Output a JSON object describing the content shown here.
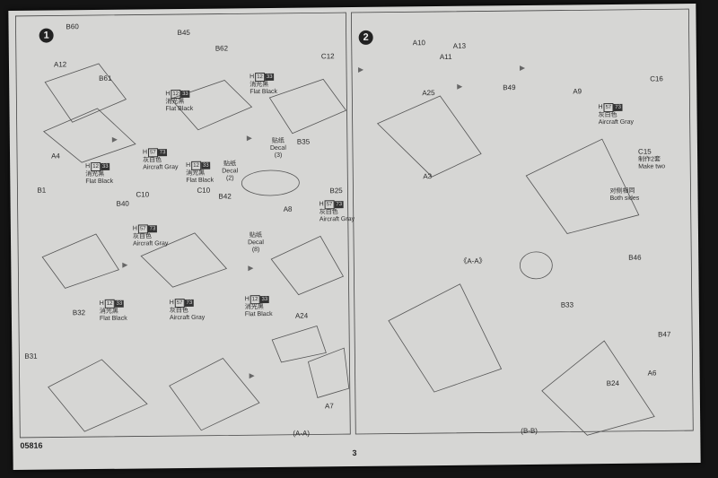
{
  "page": {
    "number": "3",
    "code": "05816"
  },
  "steps": [
    {
      "num": "1"
    },
    {
      "num": "2"
    }
  ],
  "parts": {
    "b60": "B60",
    "b45": "B45",
    "b61": "B61",
    "b62": "B62",
    "c12": "C12",
    "a12": "A12",
    "a4": "A4",
    "b35": "B35",
    "b25": "B25",
    "b1": "B1",
    "b40": "B40",
    "c10a": "C10",
    "c10b": "C10",
    "b42": "B42",
    "a8": "A8",
    "b32": "B32",
    "b31": "B31",
    "a24": "A24",
    "a7": "A7",
    "a10": "A10",
    "a11": "A11",
    "a13": "A13",
    "b49": "B49",
    "a9": "A9",
    "a25": "A25",
    "a3": "A3",
    "c16": "C16",
    "c15": "C15",
    "b46": "B46",
    "b33": "B33",
    "b47": "B47",
    "b24": "B24",
    "a6": "A6"
  },
  "paint": {
    "h12_code": "H",
    "h12_num": "12",
    "h12_num2": "33",
    "h12_cn": "消光黑",
    "h12_en": "Flat Black",
    "h57_code": "H",
    "h57_num": "57",
    "h57_num2": "73",
    "h57_cn": "灰白色",
    "h57_en": "Aircraft Gray"
  },
  "decals": {
    "d3_cn": "贴纸",
    "d3_en": "Decal",
    "d3_n": "(3)",
    "d2_cn": "贴纸",
    "d2_en": "Decal",
    "d2_n": "(2)",
    "d8_cn": "贴纸",
    "d8_en": "Decal",
    "d8_n": "(8)"
  },
  "notes": {
    "make_two_cn": "制作2套",
    "make_two_en": "Make two",
    "both_cn": "对侧相同",
    "both_en": "Both sides"
  },
  "views": {
    "aa1": "(A-A)",
    "aa2": "《A-A》",
    "bb": "(B-B)"
  }
}
